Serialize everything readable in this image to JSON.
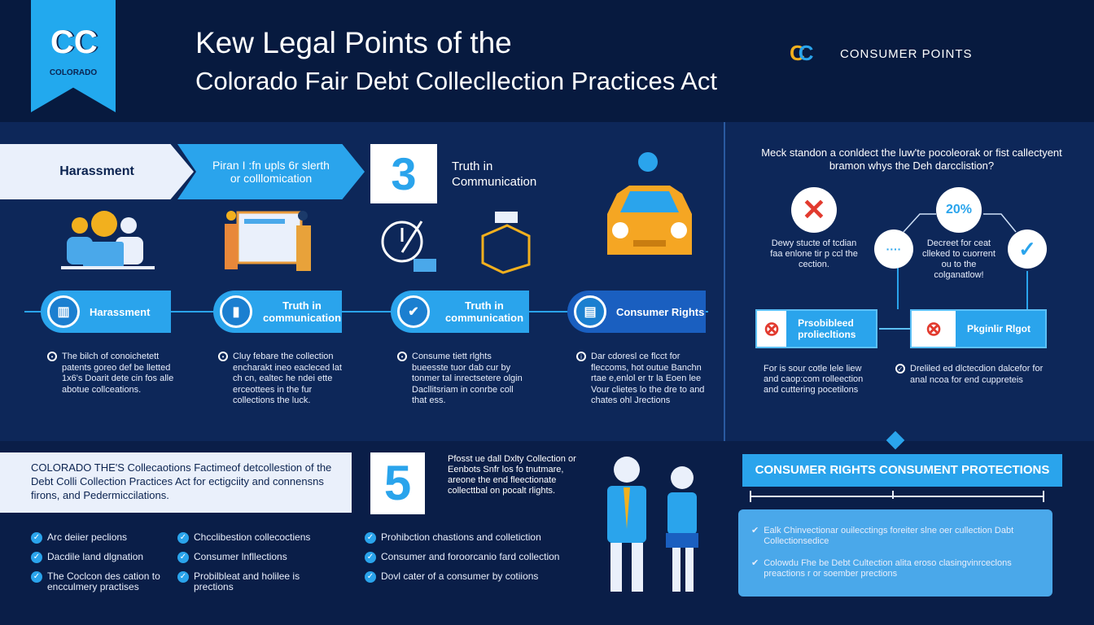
{
  "header": {
    "logo_text": "COLORADO",
    "title_line1": "Kew Legal Points of the",
    "title_line2": "Colorado Fair Debt Collecllection Practices Act",
    "right_logo_label": "CONSUMER POINTS"
  },
  "steps": {
    "step1": "Harassment",
    "step2": "Piran I :fn upls 6r slerth or colllomication",
    "step3_number": "3",
    "step3_label": "Truth in Communication"
  },
  "pills": [
    {
      "label": "Harassment",
      "icon": "building-icon",
      "desc": "The bilch of conoichetett patents goreo def be lletted 1x6's Doarit dete cin fos alle abotue collceations."
    },
    {
      "label": "Truth in communication",
      "icon": "chart-icon",
      "desc": "Cluy febare the collection encharakt ineo eacleced lat ch cn, ealtec he ndei ette erceottees in the fur collections the luck."
    },
    {
      "label": "Truth in communication",
      "icon": "checkmark-icon",
      "desc": "Consume tiett rlghts bueesste tuor dab cur by tonmer tal inrectsetere olgin Dacllitsriam in conrbe coll that ess."
    },
    {
      "label": "Consumer Rights",
      "icon": "document-icon",
      "desc": "Dar cdoresl ce flcct for fleccoms, hot outue Banchn rtae e,enlol er tr la Eoen lee Vour clietes lo the dre to and chates ohl Jrections"
    }
  ],
  "right_panel": {
    "question": "Meck standon a conldect the luw'te pocoleorak or fist callectyent bramon whys the Deh darcclistion?",
    "x_text": "Dewy stucte of tcdian faa enlone tir p ccl the cection.",
    "percent": "20%",
    "middle_text": "Decreet for ceat clleked to cuorrent ou to the colganatlow!",
    "box1": "Prsobibleed proliecltions",
    "box2": "Pkginlir Rlgot",
    "bottom_left": "For is sour cotle lele liew and caop:com rolleection and cuttering pocetilons",
    "bottom_right": "Dreliled ed dlctecdion dalcefor for anal ncoa for end cuppreteis"
  },
  "bottom": {
    "intro": "COLORADO THE'S Collecaotions Factimeof detcollestion of the Debt Colli Collection Practices Act for ectigciity and connensns firons, and Pedermiccilations.",
    "number": "5",
    "number_text": "Pfosst ue dall Dxlty Collection or Eenbots Snfr los fo tnutmare, areone the end fleectionate collecttbal on pocalt rlights.",
    "checks": [
      [
        "Arc deiier peclions",
        "Dacdile land dlgnation",
        "The Coclcon des cation to encculmery practises"
      ],
      [
        "Chcclibestion collecoctiens",
        "Consumer lnfllections",
        "Probilbleat and holilee is prections"
      ],
      [
        "Prohibction chastions and colletiction",
        "Consumer and foroorcanio fard collection",
        "Dovl cater of a consumer by cotiions"
      ]
    ],
    "banner": "CONSUMER RIGHTS CONSUMENT PROTECTIONS",
    "box_items": [
      "Ealk Chinvectionar ouilecctings foreiter slne oer cullection Dabt Collectionsedice",
      "Colowdu Fhe be Debt Cultection alita eroso clasingvinrceclons preactions r or soember prections"
    ]
  },
  "colors": {
    "background": "#0a1e48",
    "accent": "#2aa4ec",
    "light_panel": "#eaf0fb",
    "error": "#e23a2e"
  }
}
